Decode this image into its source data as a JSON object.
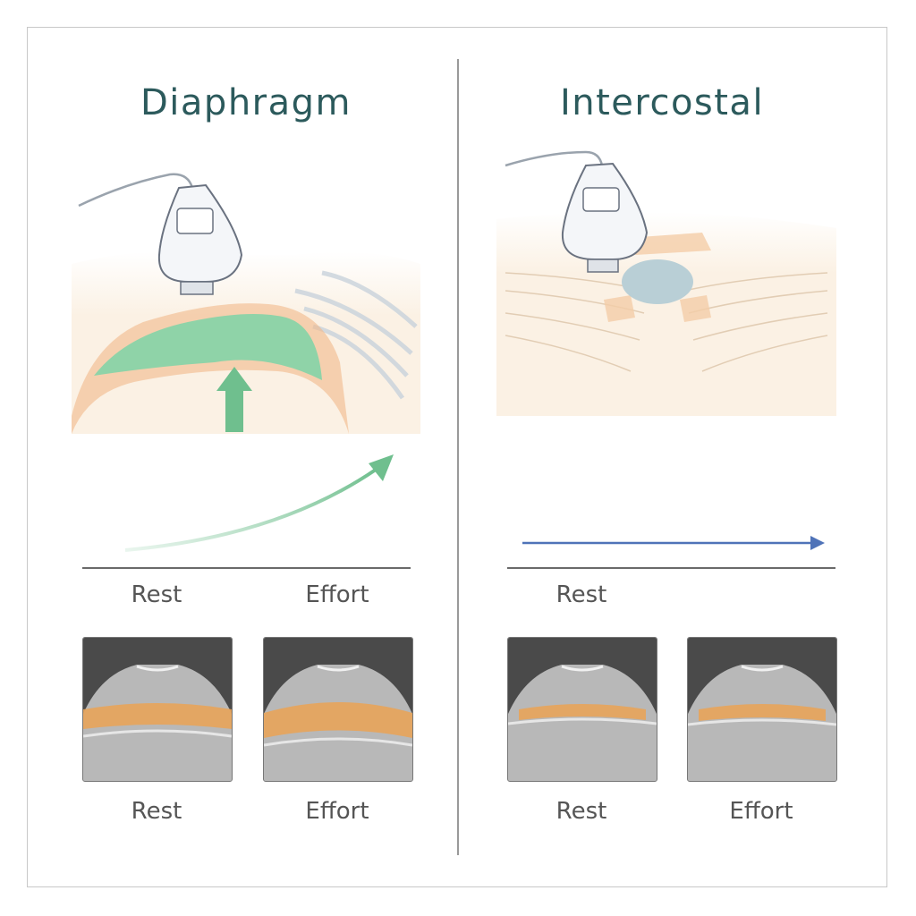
{
  "panels": {
    "left": {
      "title": "Diaphragm",
      "top_labels": [
        "Rest",
        "Effort"
      ],
      "bottom_labels": [
        "Rest",
        "Effort"
      ],
      "accent_color": "#6fbf8e",
      "trend": "increasing"
    },
    "right": {
      "title": "Intercostal",
      "top_labels": [
        "Rest"
      ],
      "bottom_labels": [
        "Rest",
        "Effort"
      ],
      "accent_color": "#4f73b8",
      "trend": "flat"
    }
  },
  "colors": {
    "title": "#2c5a5c",
    "muscle_highlight": "#e8a45a",
    "tissue": "#f6e7d2"
  }
}
